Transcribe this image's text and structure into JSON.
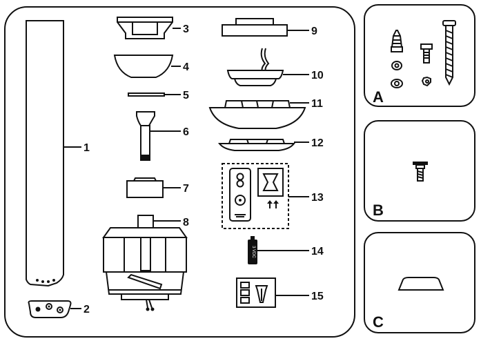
{
  "callouts": [
    "1",
    "2",
    "3",
    "4",
    "5",
    "6",
    "7",
    "8",
    "9",
    "10",
    "11",
    "12",
    "13",
    "14",
    "15"
  ],
  "panels": [
    "A",
    "B",
    "C"
  ],
  "battery_text": "3 VDC",
  "colors": {
    "ink": "#111111",
    "background": "#ffffff"
  }
}
